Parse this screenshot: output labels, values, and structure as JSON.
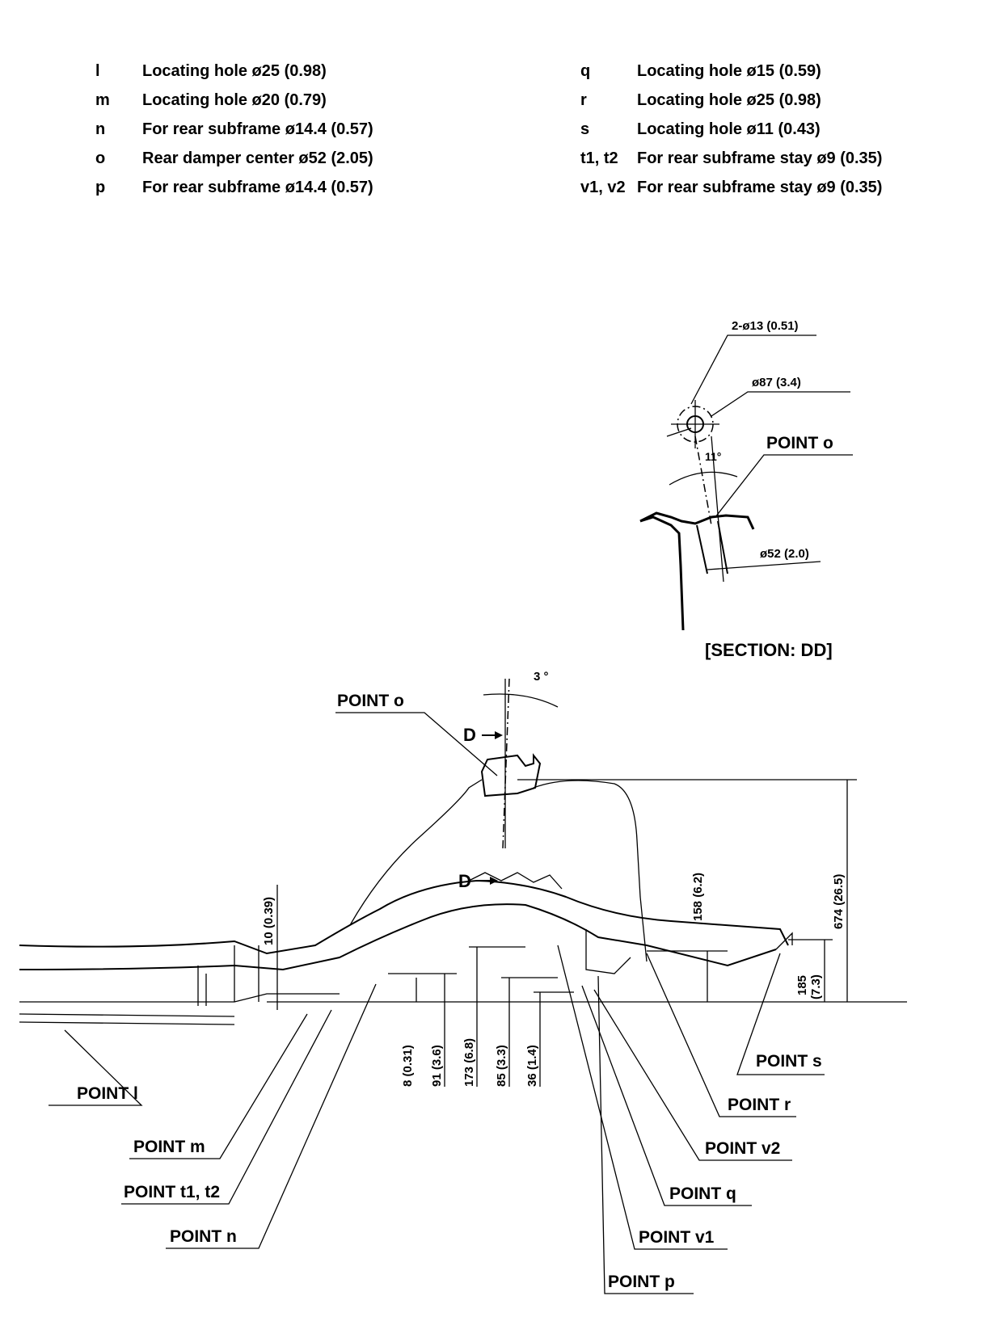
{
  "legend_left": [
    {
      "key": "l",
      "text": "Locating hole ø25 (0.98)"
    },
    {
      "key": "m",
      "text": "Locating hole ø20 (0.79)"
    },
    {
      "key": "n",
      "text": "For rear subframe ø14.4 (0.57)"
    },
    {
      "key": "o",
      "text": "Rear damper center ø52 (2.05)"
    },
    {
      "key": "p",
      "text": "For rear subframe ø14.4 (0.57)"
    }
  ],
  "legend_right": [
    {
      "key": "q",
      "text": "Locating hole ø15 (0.59)"
    },
    {
      "key": "r",
      "text": "Locating hole ø25 (0.98)"
    },
    {
      "key": "s",
      "text": "Locating hole ø11 (0.43)"
    },
    {
      "key": "t1, t2",
      "text": "For rear subframe stay ø9 (0.35)"
    },
    {
      "key": "v1, v2",
      "text": "For rear subframe stay ø9 (0.35)"
    }
  ],
  "section_dd": {
    "holes_label": "2-ø13 (0.51)",
    "pcd_label": "ø87 (3.4)",
    "angle_label": "11°",
    "point_label": "POINT o",
    "diameter_label": "ø52 (2.0)",
    "title": "[SECTION: DD]"
  },
  "main_view": {
    "angle_label": "3 °",
    "point_o_label": "POINT o",
    "section_marker": "D",
    "dimensions": {
      "d10": "10 (0.39)",
      "d158": "158 (6.2)",
      "d674": "674 (26.5)",
      "d185": "185",
      "d185_in": "(7.3)",
      "d8": "8 (0.31)",
      "d91": "91 (3.6)",
      "d173": "173 (6.8)",
      "d85": "85 (3.3)",
      "d36": "36 (1.4)"
    },
    "points": {
      "l": "POINT l",
      "m": "POINT m",
      "t1t2": "POINT t1, t2",
      "n": "POINT n",
      "s": "POINT s",
      "r": "POINT r",
      "v2": "POINT v2",
      "q": "POINT q",
      "v1": "POINT v1",
      "p": "POINT p"
    }
  }
}
